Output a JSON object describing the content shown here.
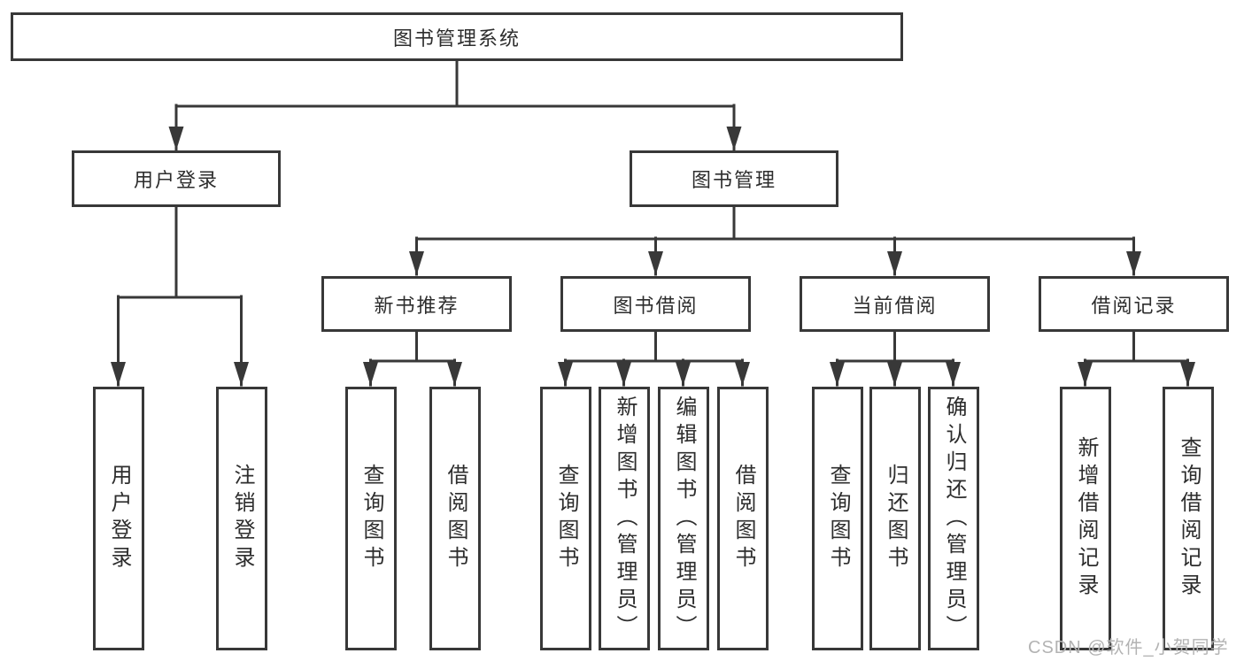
{
  "diagram": {
    "title": "图书管理系统",
    "branches": [
      {
        "label": "用户登录",
        "children": [
          {
            "label": "用户登录"
          },
          {
            "label": "注销登录"
          }
        ]
      },
      {
        "label": "图书管理",
        "children": [
          {
            "label": "新书推荐",
            "children": [
              {
                "label": "查询图书"
              },
              {
                "label": "借阅图书"
              }
            ]
          },
          {
            "label": "图书借阅",
            "children": [
              {
                "label": "查询图书"
              },
              {
                "label": "新增图书（管理员）"
              },
              {
                "label": "编辑图书（管理员）"
              },
              {
                "label": "借阅图书"
              }
            ]
          },
          {
            "label": "当前借阅",
            "children": [
              {
                "label": "查询图书"
              },
              {
                "label": "归还图书"
              },
              {
                "label": "确认归还（管理员）"
              }
            ]
          },
          {
            "label": "借阅记录",
            "children": [
              {
                "label": "新增借阅记录"
              },
              {
                "label": "查询借阅记录"
              }
            ]
          }
        ]
      }
    ]
  },
  "watermark": {
    "text": "CSDN @软件_小贺同学"
  },
  "colors": {
    "line": "#383838",
    "text": "#2d2d2d",
    "background": "#ffffff",
    "watermark": "#b3b3b3"
  }
}
